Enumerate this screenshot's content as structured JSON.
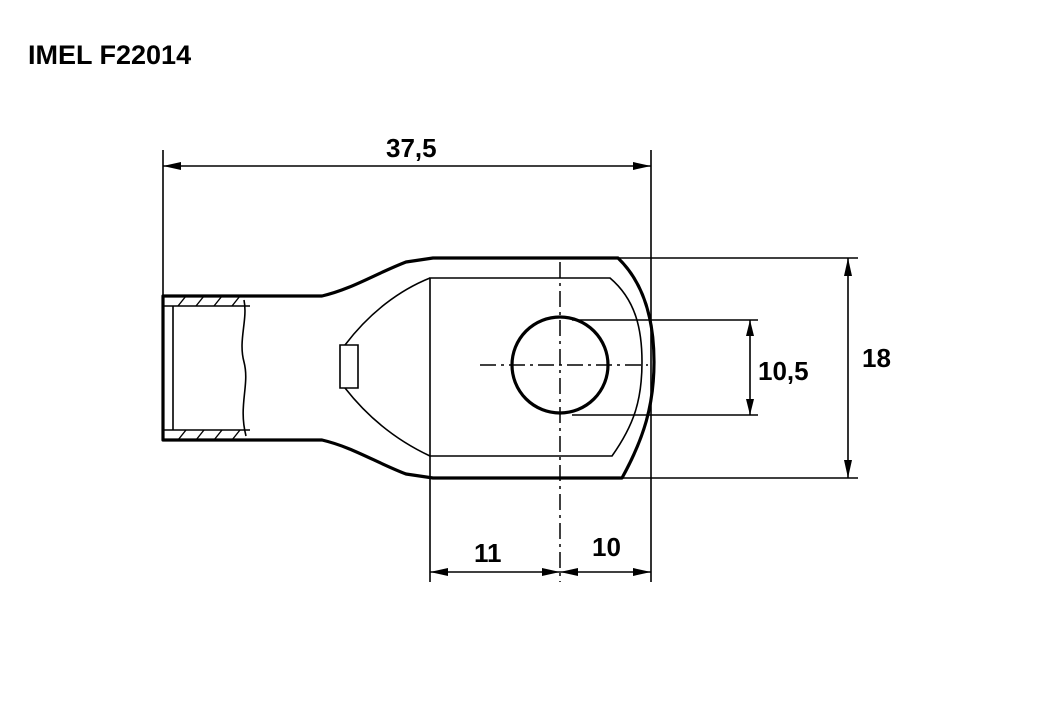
{
  "title": "IMEL F22014",
  "dimensions": {
    "overall_length": "37,5",
    "width": "18",
    "hole_diameter": "10,5",
    "barrel_to_hole": "11",
    "hole_to_end": "10"
  }
}
